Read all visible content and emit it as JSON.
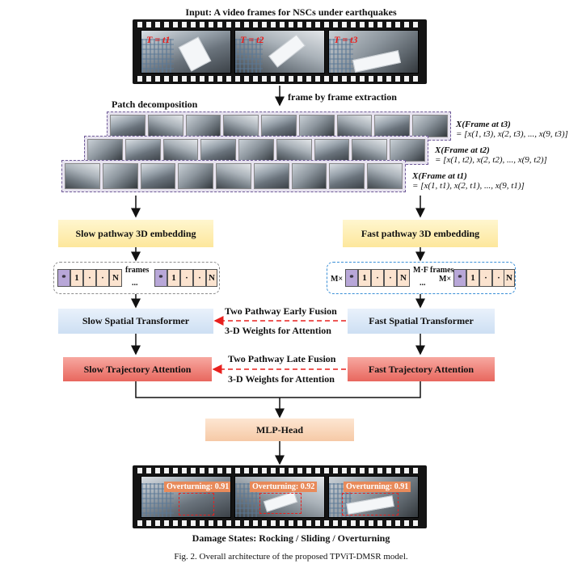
{
  "input_title": "Input: A video frames for NSCs under earthquakes",
  "time_labels": [
    "T = t1",
    "T = t2",
    "T = t3"
  ],
  "extraction_label": "frame by frame extraction",
  "patch_title": "Patch decomposition",
  "frame_formulas": [
    {
      "name": "X(Frame at t3)",
      "eq": "= [x(1, t3), x(2, t3), ..., x(9, t3)]"
    },
    {
      "name": "X(Frame at t2)",
      "eq": "= [x(1, t2), x(2, t2), ..., x(9, t2)]"
    },
    {
      "name": "X(Frame at t1)",
      "eq": "= [x(1, t1), x(2, t1), ..., x(9, t1)]"
    }
  ],
  "slow_embedding": "Slow pathway 3D embedding",
  "fast_embedding": "Fast pathway 3D embedding",
  "frames_label": "frames",
  "mf_frames_label": "M·F frames",
  "ellipsis": "...",
  "token_star": "*",
  "token_one": "1",
  "token_dot": "·",
  "token_n": "N",
  "multiplier": "M×",
  "slow_spatial": "Slow Spatial Transformer",
  "fast_spatial": "Fast Spatial Transformer",
  "early_fusion": "Two Pathway Early Fusion",
  "weights_attention": "3-D Weights for Attention",
  "slow_trajectory": "Slow Trajectory Attention",
  "fast_trajectory": "Fast Trajectory Attention",
  "late_fusion": "Two Pathway Late Fusion",
  "mlp_head": "MLP-Head",
  "detections": [
    "Overturning: 0.91",
    "Overturning: 0.92",
    "Overturning: 0.91"
  ],
  "output_title": "Damage States: Rocking / Sliding / Overturning",
  "caption": "Fig. 2.  Overall architecture of the proposed TPViT-DMSR model.",
  "colors": {
    "fusion_arrow": "#e8201e",
    "patch_border": "#6f5a98",
    "fast_group_border": "#3a8fd6"
  }
}
